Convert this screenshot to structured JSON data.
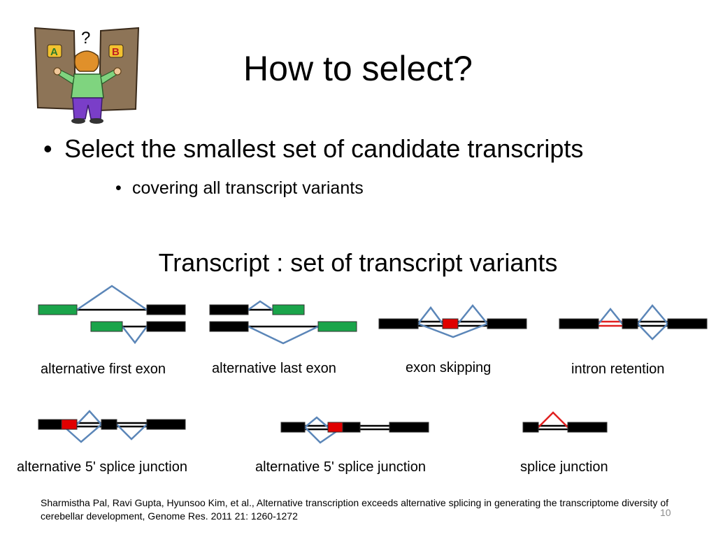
{
  "slide": {
    "title": "How to select?",
    "bullet_main": "Select the smallest set of candidate transcripts",
    "bullet_sub": "covering all transcript variants",
    "subtitle": "Transcript : set of  transcript variants",
    "clipart": {
      "door_a_label": "A",
      "door_b_label": "B",
      "question_mark": "?"
    },
    "diagram_labels": {
      "alt_first_exon": "alternative first exon",
      "alt_last_exon": "alternative last exon",
      "exon_skipping": "exon skipping",
      "intron_retention": "intron retention",
      "alt_5_splice_1": "alternative 5' splice junction",
      "alt_5_splice_2": "alternative 5' splice junction",
      "splice_junction": "splice junction"
    },
    "citation": "Sharmistha Pal, Ravi Gupta, Hyunsoo Kim, et al., Alternative transcription exceeds alternative splicing in generating the transcriptome diversity of cerebellar development, Genome Res. 2011 21: 1260-1272",
    "page_number": "10"
  },
  "colors": {
    "exon": "#000000",
    "green_exon": "#1aa44a",
    "red_exon": "#e00000",
    "junction": "#5b86b8",
    "retention": "#e02020"
  }
}
